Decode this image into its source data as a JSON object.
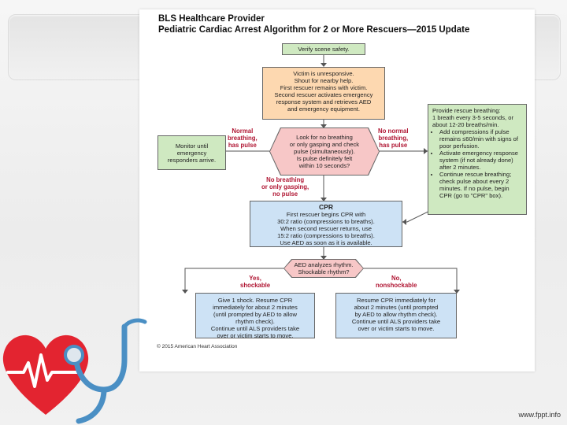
{
  "header": {
    "title_line1": "BLS Healthcare Provider",
    "title_line2": "Pediatric Cardiac Arrest Algorithm for 2 or More Rescuers—2015 Update"
  },
  "steps": {
    "verify": "Verify scene safety.",
    "victim": "Victim is unresponsive.\nShout for nearby help.\nFirst rescuer remains with victim.\nSecond rescuer activates emergency\nresponse system and retrieves AED\nand emergency equipment.",
    "monitor": "Monitor until\nemergency\nresponders arrive.",
    "look": "Look for no breathing\nor only gasping and check\npulse (simultaneously).\nIs pulse definitely felt\nwithin 10 seconds?",
    "rescue_title": "Provide rescue breathing:",
    "rescue_intro": "1 breath every 3-5 seconds, or about 12-20 breaths/min.",
    "rescue_bullets": [
      "Add compressions if pulse remains ≤60/min with signs of poor perfusion.",
      "Activate emergency response system (if not already done) after 2 minutes.",
      "Continue rescue breathing; check pulse about every 2 minutes. If no pulse, begin CPR (go to \"CPR\" box)."
    ],
    "cpr_title": "CPR",
    "cpr_text": "First rescuer begins CPR with\n30:2 ratio (compressions to breaths).\nWhen second rescuer returns, use\n15:2 ratio (compressions to breaths).\nUse AED as soon as it is available.",
    "aed": "AED analyzes rhythm.\nShockable rhythm?",
    "shock": "Give 1 shock. Resume CPR\nimmediately for about 2 minutes\n(until prompted by AED to allow\nrhythm check).\nContinue until ALS providers take\nover or victim starts to move.",
    "resume": "Resume CPR immediately for\nabout 2 minutes (until prompted\nby AED to allow rhythm check).\nContinue until ALS providers take\nover or victim starts to move."
  },
  "labels": {
    "normal": "Normal\nbreathing,\nhas pulse",
    "no_normal": "No normal\nbreathing,\nhas pulse",
    "no_breathing": "No breathing\nor only gasping,\nno pulse",
    "yes": "Yes,\nshockable",
    "no": "No,\nnonshockable"
  },
  "copyright": "© 2015 American Heart Association",
  "footer": "www.fppt.info",
  "colors": {
    "green": "#cfe9c1",
    "orange": "#fdd8b0",
    "blue": "#cde2f5",
    "pink": "#f7c7c7",
    "label_red": "#b01633",
    "heart_red": "#e32430",
    "stethoscope_blue": "#4a8fc4"
  },
  "icons": [
    "heart-icon",
    "stethoscope-icon"
  ]
}
